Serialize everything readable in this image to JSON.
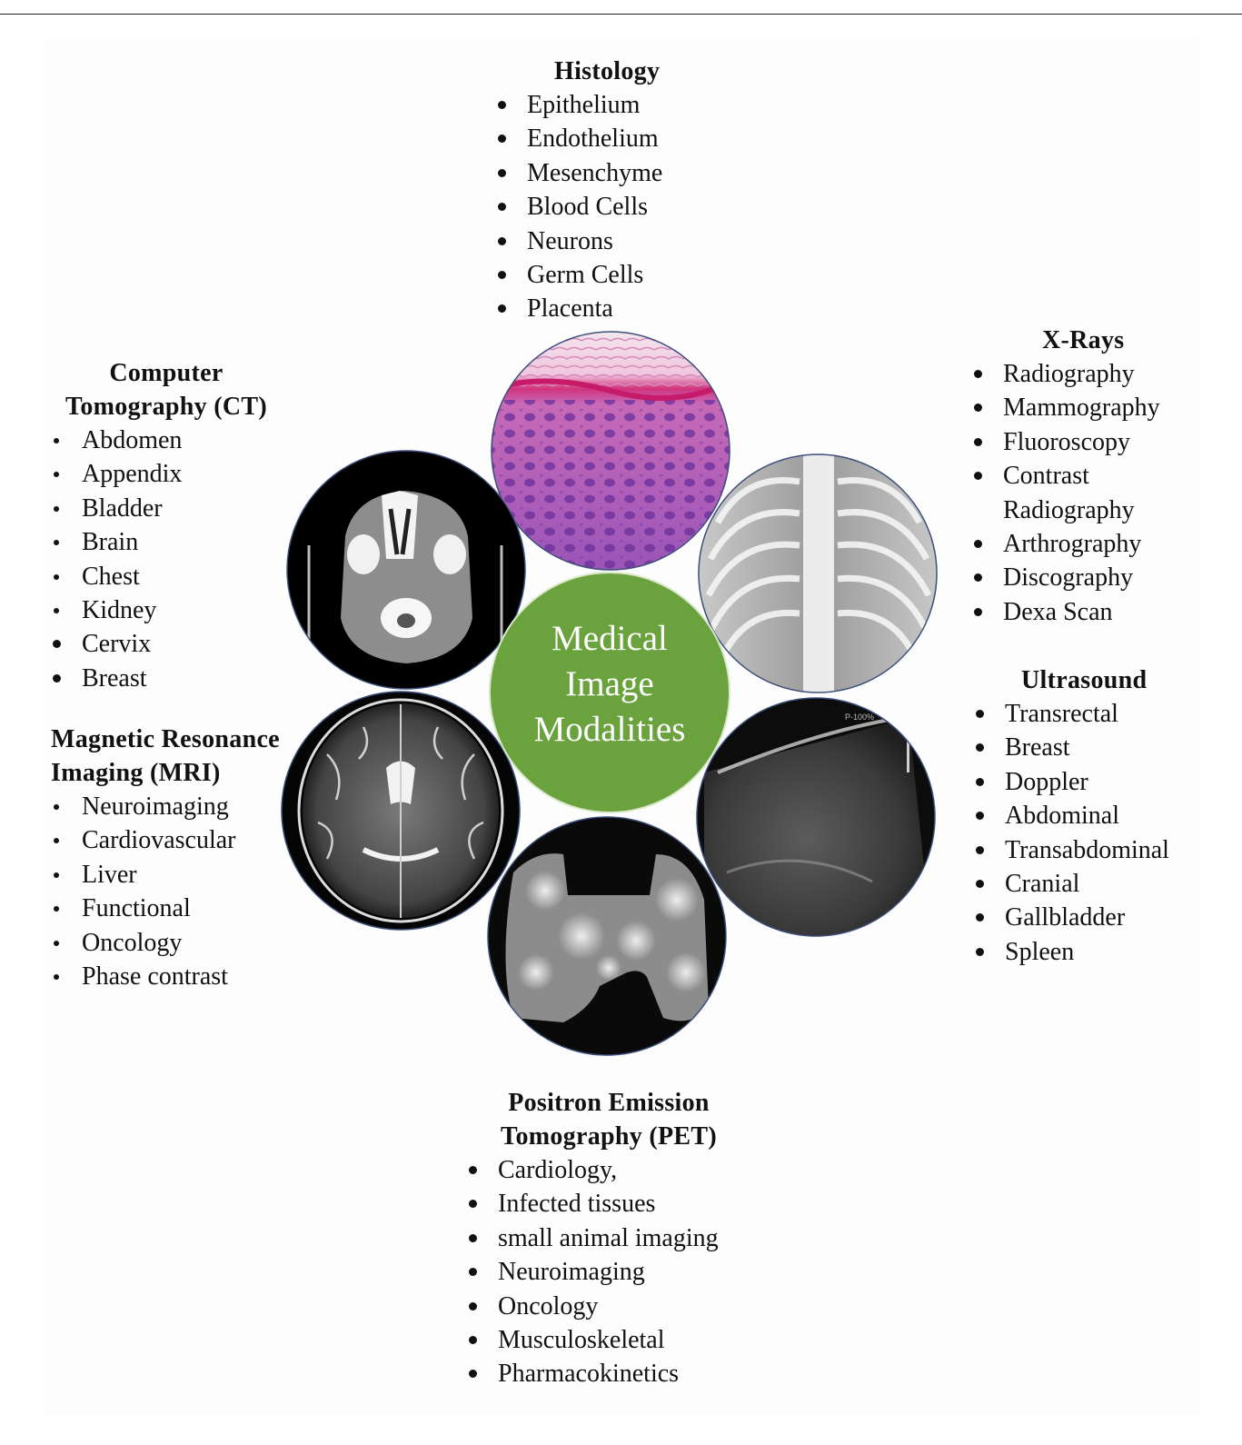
{
  "center": {
    "lines": [
      "Medical",
      "Image",
      "Modalities"
    ],
    "color": "#6aa23d"
  },
  "histology": {
    "title": "Histology",
    "items": [
      "Epithelium",
      "Endothelium",
      "Mesenchyme",
      "Blood Cells",
      "Neurons",
      "Germ Cells",
      "Placenta"
    ]
  },
  "ct": {
    "title_lines": [
      "Computer",
      "Tomography (CT)"
    ],
    "items": [
      "Abdomen",
      "Appendix",
      "Bladder",
      "Brain",
      "Chest",
      "Kidney",
      "Cervix",
      "Breast"
    ]
  },
  "mri": {
    "title_lines": [
      "Magnetic Resonance",
      "Imaging (MRI)"
    ],
    "items": [
      "Neuroimaging",
      "Cardiovascular",
      "Liver",
      "Functional",
      "Oncology",
      "Phase contrast"
    ]
  },
  "xrays": {
    "title": "X-Rays",
    "items": [
      "Radiography",
      "Mammography",
      "Fluoroscopy",
      "Contrast",
      "Radiography",
      "Arthrography",
      "Discography",
      "Dexa Scan"
    ]
  },
  "ultrasound": {
    "title": "Ultrasound",
    "items": [
      "Transrectal",
      "Breast",
      "Doppler",
      "Abdominal",
      "Transabdominal",
      "Cranial",
      "Gallbladder",
      "Spleen"
    ]
  },
  "pet": {
    "title_lines": [
      "Positron Emission",
      "Tomography (PET)"
    ],
    "items": [
      "Cardiology,",
      "Infected tissues",
      "small animal imaging",
      "Neuroimaging",
      "Oncology",
      "Musculoskeletal",
      "Pharmacokinetics"
    ]
  },
  "images": {
    "histology": "histology-micrograph",
    "xray": "chest-xray",
    "ultrasound": "ultrasound-scan",
    "pet": "pet-scan",
    "mri": "brain-mri",
    "ct": "head-ct"
  },
  "ultrasound_overlay": "P-100%"
}
